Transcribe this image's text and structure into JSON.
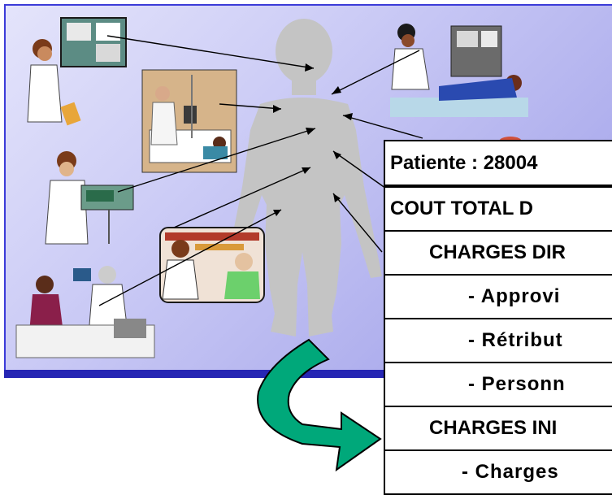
{
  "illustration": {
    "subject": "human-body-silhouette",
    "colors": {
      "panel_border": "#3b3bd8",
      "panel_gradient_light": "#e4e4fb",
      "panel_gradient_dark": "#9d9de8",
      "silhouette": "#c4c4c4",
      "arrow": "#00a87a"
    },
    "clipart": [
      "radiologist-xray-viewer",
      "nurse-iv-bedside",
      "doctor-ecg-monitor",
      "pharmacy-staff",
      "lab-technicians-microscope",
      "ultrasound-exam"
    ]
  },
  "cost_table": {
    "rows": [
      {
        "label": "Patiente : 28004",
        "level": "lvl0"
      },
      {
        "label": "COUT TOTAL D",
        "level": "lvl0"
      },
      {
        "label": "CHARGES DIR",
        "level": "lvl1"
      },
      {
        "label": "- Approvi",
        "level": "lvl2"
      },
      {
        "label": "- Rétribut",
        "level": "lvl2"
      },
      {
        "label": "- Personn",
        "level": "lvl2"
      },
      {
        "label": "CHARGES INI",
        "level": "lvl1"
      },
      {
        "label": "- Charges",
        "level": "lvl2b"
      }
    ]
  }
}
